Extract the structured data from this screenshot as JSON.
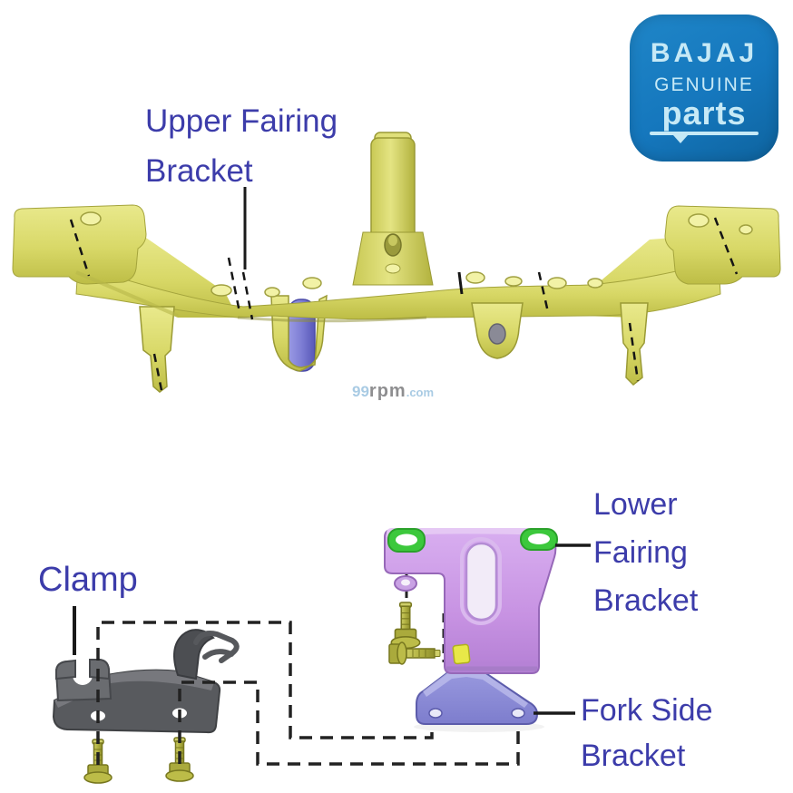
{
  "logo": {
    "brand": "BAJAJ",
    "line1": "GENUINE",
    "line2": "parts"
  },
  "labels": {
    "upper": {
      "line1": "Upper Fairing",
      "line2": "Bracket"
    },
    "lower": {
      "line1": "Lower",
      "line2": "Fairing",
      "line3": "Bracket"
    },
    "clamp": {
      "text": "Clamp"
    },
    "fork": {
      "line1": "Fork Side",
      "line2": "Bracket"
    }
  },
  "watermark": {
    "prefix": "99",
    "mid": "rpm",
    "suffix": ".com"
  },
  "parts": [
    {
      "name": "upper-fairing-bracket",
      "color": "#D8D867"
    },
    {
      "name": "steering-tube",
      "color": "#7A7AD2"
    },
    {
      "name": "clamp",
      "color": "#5A5C60"
    },
    {
      "name": "lower-fairing-bracket",
      "color": "#C792E2"
    },
    {
      "name": "fork-side-bracket",
      "color": "#8F8FD9"
    },
    {
      "name": "grommet",
      "color": "#3CC83C"
    },
    {
      "name": "bolt",
      "color": "#B0B040"
    }
  ],
  "colors": {
    "label": "#3C3CAA",
    "logo_bg": "#1577BD",
    "logo_text": "#C6E9F6",
    "leader_line": "#1A1A1A",
    "wm_light": "#A9CBE4",
    "wm_dark": "#8E8E90"
  }
}
